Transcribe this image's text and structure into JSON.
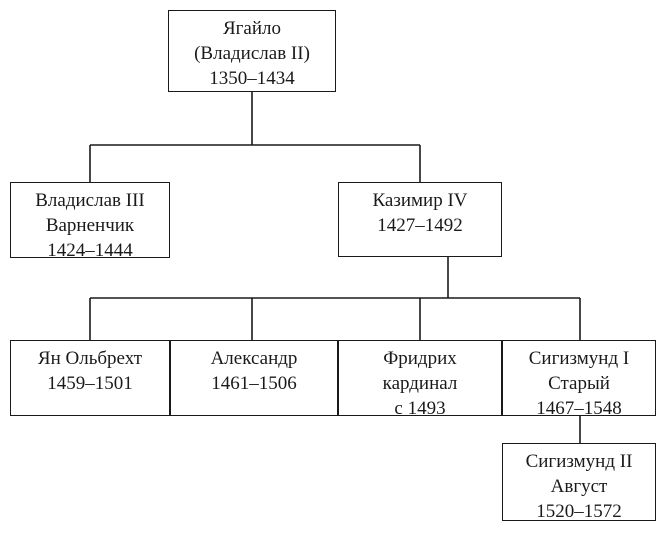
{
  "nodes": {
    "jagiello": {
      "lines": [
        "Ягайло",
        "(Владислав II)",
        "1350–1434"
      ]
    },
    "wladyslaw3": {
      "lines": [
        "Владислав III",
        "Варненчик",
        "1424–1444"
      ]
    },
    "casimir4": {
      "lines": [
        "Казимир IV",
        "1427–1492"
      ]
    },
    "jan_olbracht": {
      "lines": [
        "Ян Ольбрехт",
        "1459–1501"
      ]
    },
    "alexander": {
      "lines": [
        "Александр",
        "1461–1506"
      ]
    },
    "frederick": {
      "lines": [
        "Фридрих",
        "кардинал",
        "с 1493"
      ]
    },
    "sigismund1": {
      "lines": [
        "Сигизмунд I",
        "Старый",
        "1467–1548"
      ]
    },
    "sigismund2": {
      "lines": [
        "Сигизмунд II",
        "Август",
        "1520–1572"
      ]
    }
  }
}
